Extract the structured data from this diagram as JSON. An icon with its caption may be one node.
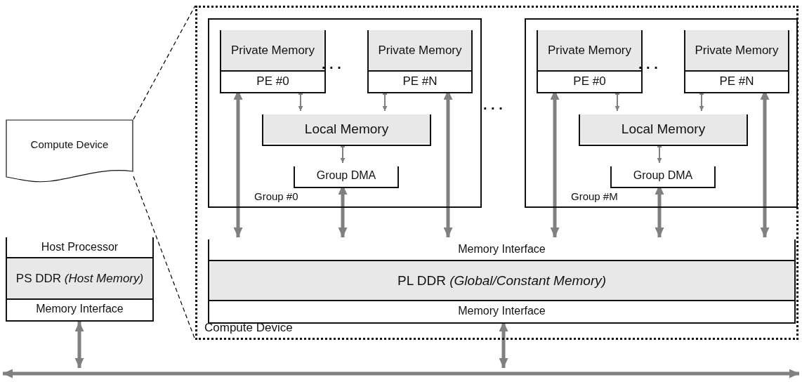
{
  "diagram": {
    "nodes": [
      {
        "text": [
          "Compute Device"
        ]
      },
      {
        "text": [
          "Compute Device"
        ]
      },
      {
        "text": [
          "Group #0"
        ],
        "in": 1
      },
      {
        "text": [
          "Private Memory",
          "PE #0"
        ],
        "in": 2
      },
      {
        "text": [
          "Private Memory",
          "PE #N"
        ],
        "in": 2
      },
      {
        "text": [
          "Local Memory"
        ],
        "in": 2
      },
      {
        "text": [
          "Group DMA"
        ],
        "in": 2
      },
      {
        "text": [
          "Group #M"
        ],
        "in": 1
      },
      {
        "text": [
          "Private Memory",
          "PE #0"
        ],
        "in": 7
      },
      {
        "text": [
          "Private Memory",
          "PE #N"
        ],
        "in": 7
      },
      {
        "text": [
          "Local Memory"
        ],
        "in": 7
      },
      {
        "text": [
          "Group DMA"
        ],
        "in": 7
      },
      {
        "text": [
          "Memory Interface",
          "PL DDR *(Global/Constant Memory)*",
          "Memory Interface"
        ],
        "in": 1
      },
      {
        "text": [
          "Host Processor",
          "PS DDR *(Host Memory)*",
          "Memory Interface"
        ]
      },
      {
        "text": [],
        "shape": "bar"
      }
    ],
    "edges": [
      {
        "from": 3,
        "to": 5,
        "arrow": "both"
      },
      {
        "from": 4,
        "to": 5,
        "arrow": "both"
      },
      {
        "from": 5,
        "to": 6,
        "arrow": "both"
      },
      {
        "from": 3,
        "to": 12,
        "arrow": "both",
        "style": "thick"
      },
      {
        "from": 6,
        "to": 12,
        "arrow": "both",
        "style": "thick"
      },
      {
        "from": 4,
        "to": 12,
        "arrow": "both",
        "style": "thick"
      },
      {
        "from": 8,
        "to": 10,
        "arrow": "both"
      },
      {
        "from": 9,
        "to": 10,
        "arrow": "both"
      },
      {
        "from": 10,
        "to": 11,
        "arrow": "both"
      },
      {
        "from": 8,
        "to": 12,
        "arrow": "both",
        "style": "thick"
      },
      {
        "from": 11,
        "to": 12,
        "arrow": "both",
        "style": "thick"
      },
      {
        "from": 9,
        "to": 12,
        "arrow": "both",
        "style": "thick"
      },
      {
        "from": 13,
        "to": 14,
        "arrow": "both",
        "style": "thick"
      },
      {
        "from": 12,
        "to": 14,
        "arrow": "both",
        "style": "thick"
      },
      {
        "from": 0,
        "to": 1,
        "arrow": "none",
        "style": "dashed",
        "color": "#000000"
      },
      {
        "from": 0,
        "to": 1,
        "arrow": "none",
        "style": "dashed",
        "color": "#000000"
      }
    ],
    "labels": [
      ". . .",
      ". . .",
      ". . ."
    ]
  }
}
